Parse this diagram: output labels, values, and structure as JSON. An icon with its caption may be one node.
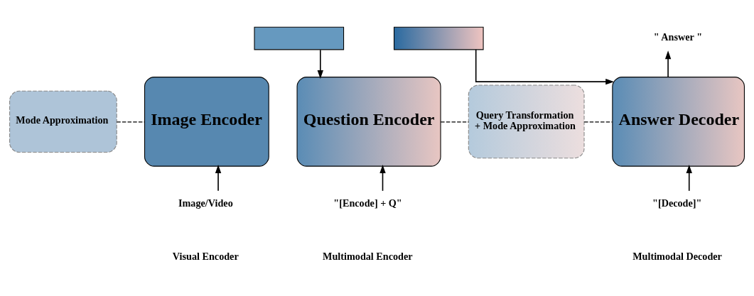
{
  "diagram": {
    "nodes": [
      {
        "text": [
          "Mode Approximation"
        ]
      },
      {
        "text": [
          "Image Encoder"
        ]
      },
      {
        "text": [
          "Question Encoder"
        ]
      },
      {
        "text": [
          "Query Transformation",
          "+ Mode Approximation"
        ]
      },
      {
        "text": [
          "Answer Decoder"
        ]
      },
      {
        "text": [],
        "shape": "bar"
      },
      {
        "text": [],
        "shape": "bar"
      },
      {
        "text": [
          "Image/Video"
        ]
      },
      {
        "text": [
          "\"[Encode] + Q\""
        ]
      },
      {
        "text": [
          "\"[Decode]\""
        ]
      },
      {
        "text": [
          "\" Answer \""
        ]
      }
    ],
    "edges": [
      {
        "from": 0,
        "to": 1,
        "arrow": "none",
        "style": "dashed"
      },
      {
        "from": 2,
        "to": 3,
        "arrow": "none",
        "style": "dashed"
      },
      {
        "from": 3,
        "to": 4,
        "arrow": "none",
        "style": "dashed"
      },
      {
        "from": 5,
        "to": 2,
        "arrow": "to"
      },
      {
        "from": 6,
        "to": 4,
        "arrow": "to"
      },
      {
        "from": 7,
        "to": 1,
        "arrow": "to"
      },
      {
        "from": 8,
        "to": 2,
        "arrow": "to"
      },
      {
        "from": 9,
        "to": 4,
        "arrow": "to"
      },
      {
        "from": 4,
        "to": 10,
        "arrow": "to"
      }
    ],
    "labels": [
      "Visual Encoder",
      "Multimodal Encoder",
      "Multimodal Decoder"
    ]
  }
}
